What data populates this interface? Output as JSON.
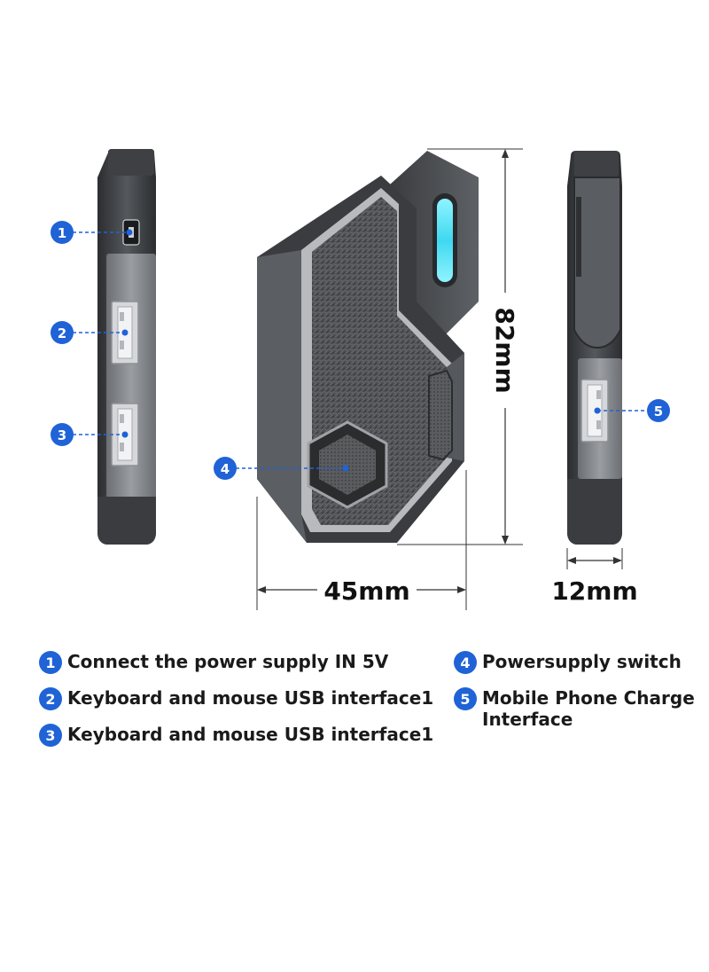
{
  "dimensions": {
    "height": "82mm",
    "width": "45mm",
    "depth": "12mm"
  },
  "callouts": [
    "1",
    "2",
    "3",
    "4",
    "5"
  ],
  "legend": [
    {
      "num": "1",
      "text": "Connect the power supply IN 5V"
    },
    {
      "num": "2",
      "text": "Keyboard and mouse USB interface1"
    },
    {
      "num": "3",
      "text": "Keyboard and mouse USB interface1"
    },
    {
      "num": "4",
      "text": "Powersupply switch"
    },
    {
      "num": "5",
      "text": "Mobile Phone Charge Interface"
    }
  ],
  "colors": {
    "accent": "#1f63d6",
    "led": "#4fe6ff",
    "body_dark": "#3a3c3f",
    "body_mid": "#707377"
  }
}
